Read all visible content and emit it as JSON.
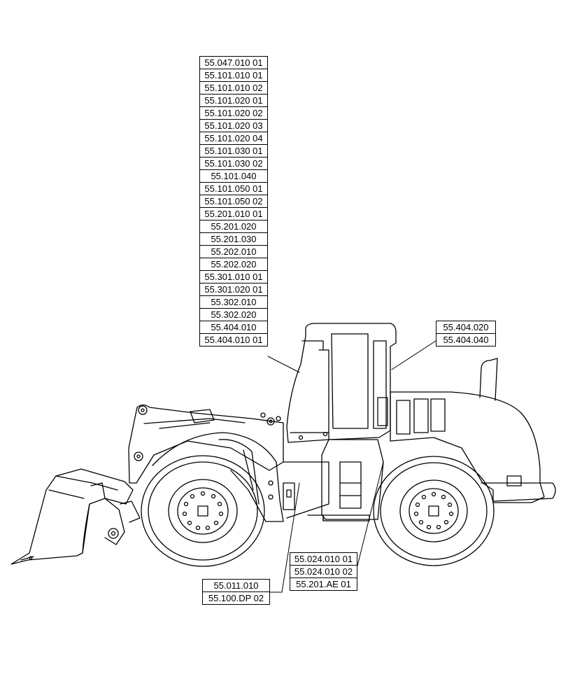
{
  "callouts": {
    "main": [
      "55.047.010 01",
      "55.101.010 01",
      "55.101.010 02",
      "55.101.020 01",
      "55.101.020 02",
      "55.101.020 03",
      "55.101.020 04",
      "55.101.030 01",
      "55.101.030 02",
      "55.101.040",
      "55.101.050 01",
      "55.101.050 02",
      "55.201.010 01",
      "55.201.020",
      "55.201.030",
      "55.202.010",
      "55.202.020",
      "55.301.010 01",
      "55.301.020 01",
      "55.302.010",
      "55.302.020",
      "55.404.010",
      "55.404.010 01"
    ],
    "cab": [
      "55.404.020",
      "55.404.040"
    ],
    "rear": [
      "55.024.010 01",
      "55.024.010 02",
      "55.201.AE 01"
    ],
    "front": [
      "55.011.010",
      "55.100.DP 02"
    ]
  }
}
